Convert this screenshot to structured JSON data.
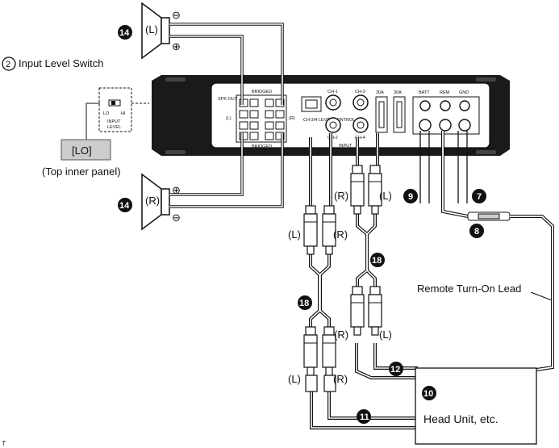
{
  "labels": {
    "input_level_switch": "Input Level Switch",
    "input_level_switch_number": "2",
    "lo_box": "[LO]",
    "top_inner_panel": "(Top inner panel)",
    "remote_turn_on_lead": "Remote Turn-On Lead",
    "head_unit": "Head Unit, etc.",
    "speaker_left": "(L)",
    "speaker_right": "(R)",
    "plus": "⊕",
    "minus": "⊖",
    "corner_mark": "T"
  },
  "rca_labels": {
    "left": "(L)",
    "right": "(R)"
  },
  "callouts": {
    "speaker": "14",
    "rca_cable": "18",
    "ground": "7",
    "fuse": "8",
    "battery": "9",
    "head_unit": "10",
    "rca_from_head": "11",
    "remote_from_head": "12"
  },
  "amp": {
    "spk_out": "SPK OUT",
    "bridged": "BRIDGED",
    "ch34_level": "CH-3/4 LEVEL CONTROL",
    "ch1": "CH-1",
    "ch2": "CH-2",
    "ch3": "CH-3",
    "ch4": "CH-4",
    "input": "INPUT",
    "fuse_rating": "30A",
    "batt": "BATT",
    "rem": "REM",
    "gnd": "GND",
    "side_l": "(L)",
    "side_r": "(R)",
    "switch_lo": "LO",
    "switch_hi": "HI",
    "switch_input": "INPUT",
    "switch_level": "LEVEL"
  }
}
